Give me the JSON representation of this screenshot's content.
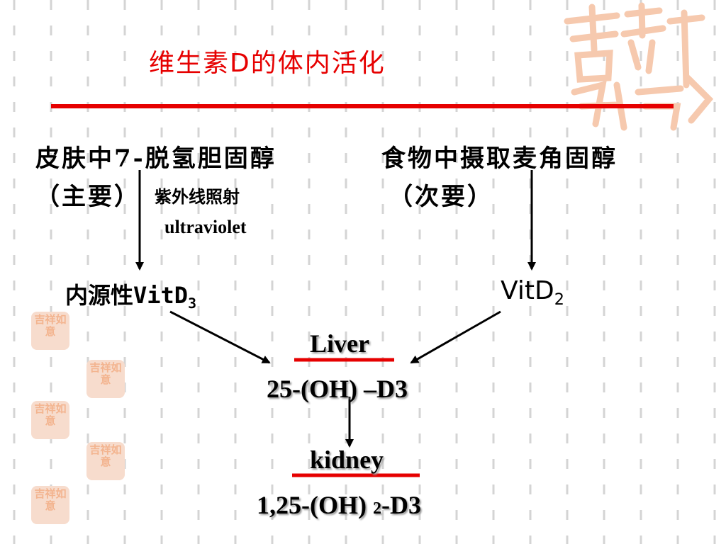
{
  "slide": {
    "title": "维生素D的体内活化",
    "left_source_line1": "皮肤中7-脱氢胆固醇",
    "left_source_line2": "（主要）",
    "left_uv_cn": "紫外线照射",
    "left_uv_en": "ultraviolet",
    "right_source_line1": "食物中摄取麦角固醇",
    "right_source_line2": "（次要）",
    "left_product_prefix": "内源性VitD",
    "left_product_sub": "3",
    "right_product_prefix": "VitD",
    "right_product_sub": "2",
    "liver_label": "Liver",
    "liver_product": "25-(OH) –D3",
    "kidney_label": "kidney",
    "kidney_product_a": "1,25-(OH) ",
    "kidney_product_sub": "2",
    "kidney_product_b": "-D3",
    "stamp_text": "吉祥如意"
  },
  "colors": {
    "title": "#e60000",
    "rule": "#e60000",
    "stamp": "#f4b593",
    "background_mark": "#cccccc"
  }
}
